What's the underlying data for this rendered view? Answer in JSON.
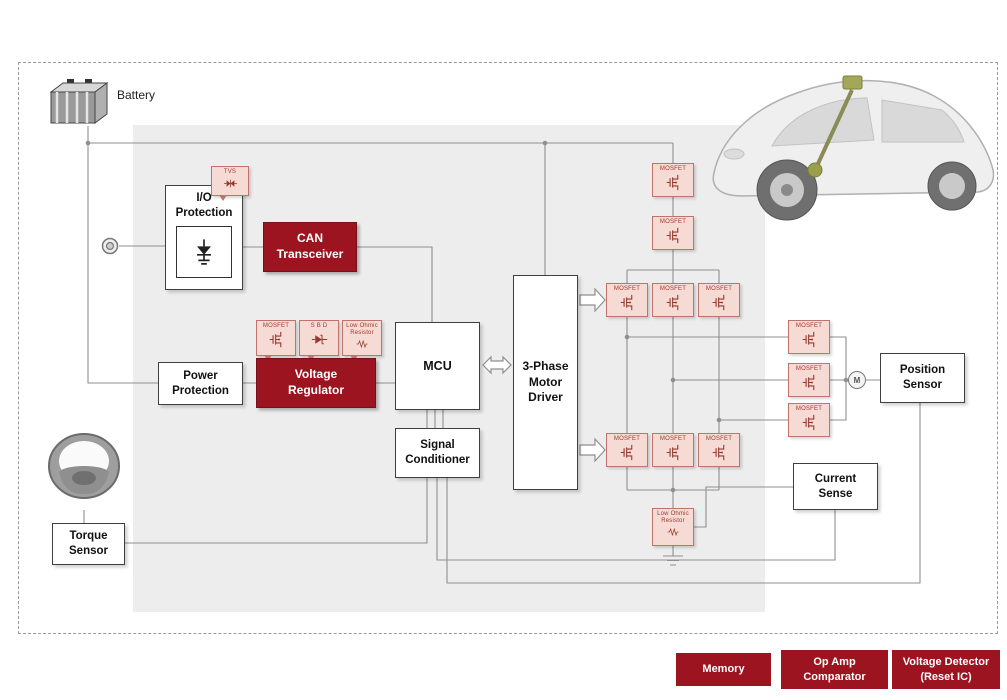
{
  "colors": {
    "accent_dark_red": "#9b1420",
    "pink_fill": "#f6dad4",
    "pink_border": "#c0736a",
    "line_gray": "#8f8f8f",
    "panel_gray": "#ededed"
  },
  "labels": {
    "battery": "Battery",
    "io_protection": "I/O\nProtection",
    "tvs": "TVS",
    "can_transceiver": "CAN\nTransceiver",
    "power_protection": "Power\nProtection",
    "voltage_regulator": "Voltage\nRegulator",
    "mosfet": "MOSFET",
    "sbd": "S B D",
    "low_ohmic_resistor": "Low Ohmic\nResistor",
    "mcu": "MCU",
    "signal_conditioner": "Signal\nConditioner",
    "motor_driver": "3-Phase\nMotor\nDriver",
    "position_sensor": "Position\nSensor",
    "current_sense": "Current\nSense",
    "torque_sensor": "Torque\nSensor",
    "motor": "M"
  },
  "footer": {
    "memory": "Memory",
    "op_amp_comparator": "Op Amp\nComparator",
    "voltage_detector": "Voltage Detector\n(Reset IC)"
  }
}
